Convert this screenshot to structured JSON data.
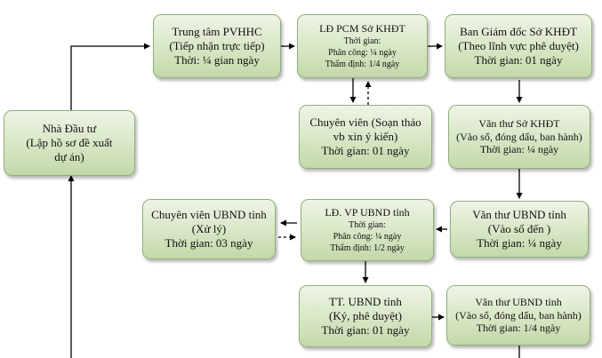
{
  "boxes": {
    "investor": {
      "line1": "Nhà Đầu tư",
      "line2": "(Lập hồ sơ đề xuất",
      "line3": "dự án)"
    },
    "pvhhc": {
      "line1": "Trung tâm PVHHC",
      "line2": "(Tiếp nhận trực tiếp)",
      "line3": "Thời: ¼ gian ngày"
    },
    "ld_pcm": {
      "line1": "LĐ PCM Sở KHĐT",
      "line2": "Thời gian:",
      "line3": "Phân công: ¼ ngày",
      "line4": "Thẩm định: 1/4 ngày"
    },
    "ban_giam_doc": {
      "line1": "Ban Giám đốc Sở KHĐT",
      "line2": "(Theo lĩnh vực phê duyệt)",
      "line3": "Thời gian: 01 ngày"
    },
    "chuyen_vien": {
      "line1": "Chuyên viên (Soạn thảo",
      "line2": "vb xin ý kiến)",
      "line3": "Thời gian: 01 ngày"
    },
    "van_thu_so": {
      "line1": "Văn thư Sở KHĐT",
      "line2": "(Vào sổ, đóng dấu, ban hành)",
      "line3": "Thời gian: ¼ ngày"
    },
    "cv_ubnd": {
      "line1": "Chuyên viên UBND tỉnh",
      "line2": "(Xử lý)",
      "line3": "Thời gian: 03 ngày"
    },
    "ld_vp_ubnd": {
      "line1": "LĐ. VP UBND tỉnh",
      "line2": "Thời gian:",
      "line3": "Phân công: ¼ ngày",
      "line4": "Thẩm định: 1/2 ngày"
    },
    "van_thu_ubnd_den": {
      "line1": "Văn thư UBND tỉnh",
      "line2": "(Vào sổ đến )",
      "line3": "Thời gian: ¼ ngày"
    },
    "tt_ubnd": {
      "line1": "TT. UBND tỉnh",
      "line2": "(Ký, phê duyệt)",
      "line3": "Thời gian: 01 ngày"
    },
    "van_thu_ubnd_bh": {
      "line1": "Văn thư UBND tỉnh",
      "line2": "(Vào sổ, đóng dấu, ban hành)",
      "line3": "Thời gian: 1/4 ngày"
    }
  },
  "colors": {
    "box_fill_top": "#eef4e6",
    "box_fill_bottom": "#c3d8aa",
    "box_border": "#8fb07a",
    "arrow": "#000000"
  }
}
